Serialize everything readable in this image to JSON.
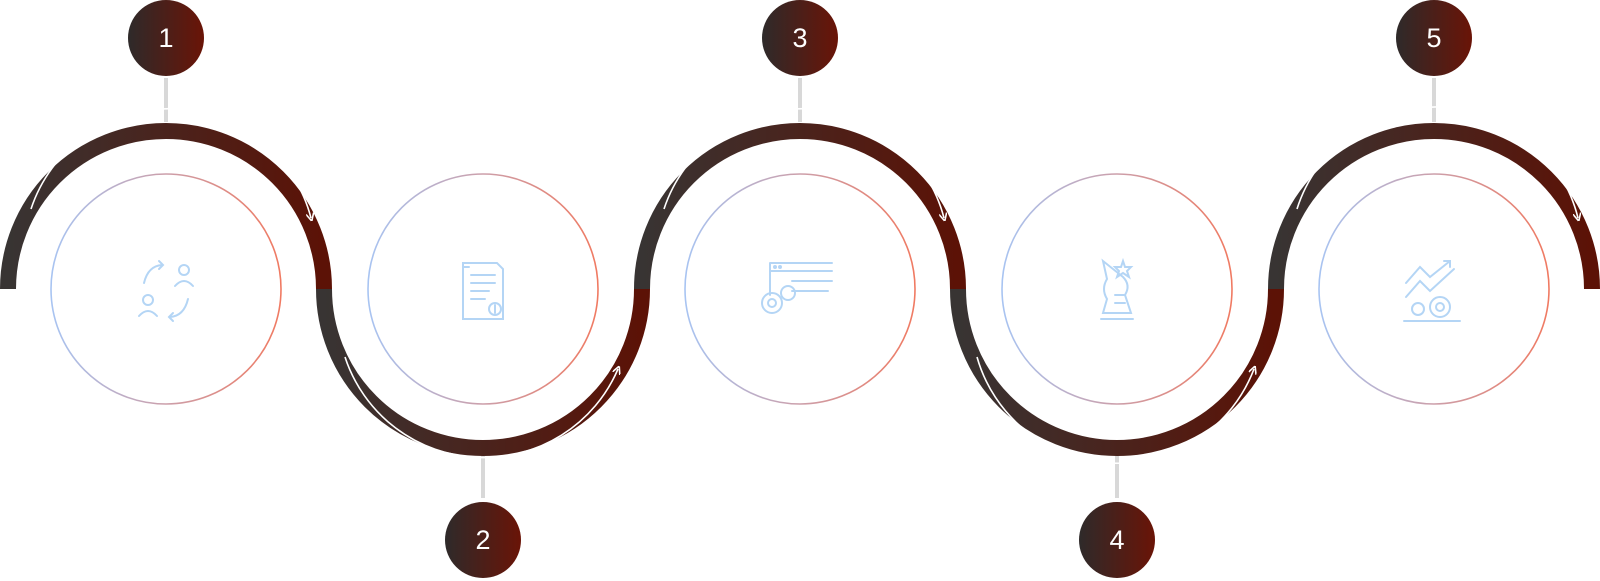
{
  "steps": [
    {
      "number": "1",
      "icon": "user-exchange-icon",
      "position": "top"
    },
    {
      "number": "2",
      "icon": "document-report-icon",
      "position": "bottom"
    },
    {
      "number": "3",
      "icon": "web-settings-icon",
      "position": "top"
    },
    {
      "number": "4",
      "icon": "knight-chess-icon",
      "position": "bottom"
    },
    {
      "number": "5",
      "icon": "growth-gears-icon",
      "position": "top"
    }
  ],
  "colors": {
    "badge_start": "#2e2a2a",
    "badge_end": "#6a1407",
    "path_dark": "#383433",
    "path_red": "#5c1206",
    "ring_blue": "#a8c4f2",
    "ring_red": "#f07a62",
    "icon_blue": "#9cc8f2",
    "connector": "#d8d8d8"
  }
}
